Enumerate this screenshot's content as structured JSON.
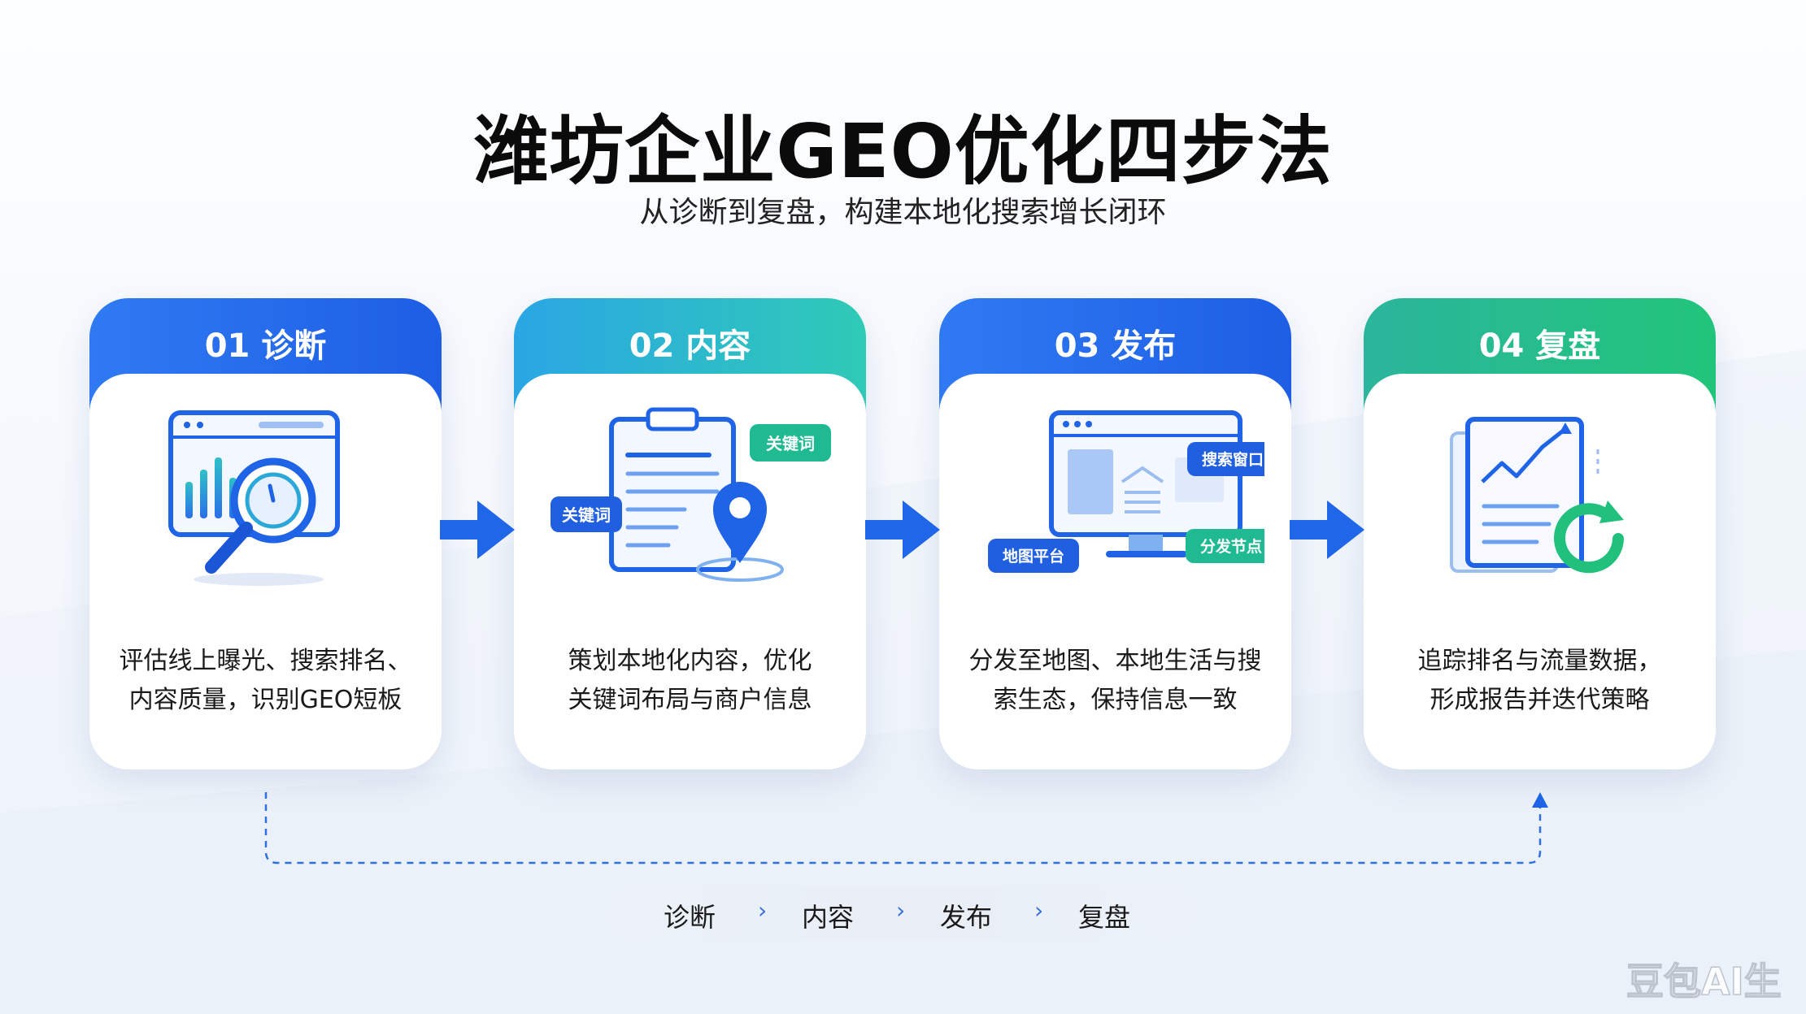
{
  "title": "潍坊企业GEO优化四步法",
  "subtitle": "从诊断到复盘，构建本地化搜索增长闭环",
  "steps": [
    {
      "title": "01 诊断",
      "desc_line1": "评估线上曝光、搜索排名、",
      "desc_line2": "内容质量，识别GEO短板",
      "icon": "analytics-magnifier-icon",
      "colors": [
        "#2b73f0",
        "#1f5ee6"
      ]
    },
    {
      "title": "02 内容",
      "desc_line1": "策划本地化内容，优化",
      "desc_line2": "关键词布局与商户信息",
      "icon": "document-location-icon",
      "tag_a": "关键词",
      "tag_b": "关键词",
      "colors": [
        "#29a9e3",
        "#2ec7b8"
      ]
    },
    {
      "title": "03 发布",
      "desc_line1": "分发至地图、本地生活与搜",
      "desc_line2": "索生态，保持信息一致",
      "icon": "monitor-distribution-icon",
      "tag_a": "搜索窗口",
      "tag_b": "地图平台",
      "tag_c": "分发节点",
      "colors": [
        "#2a74ef",
        "#1f60e6"
      ]
    },
    {
      "title": "04 复盘",
      "desc_line1": "追踪排名与流量数据，",
      "desc_line2": "形成报告并迭代策略",
      "icon": "report-refresh-icon",
      "colors": [
        "#2ab69b",
        "#22c47b"
      ]
    }
  ],
  "flow": [
    "诊断",
    "内容",
    "发布",
    "复盘"
  ],
  "flow_separator": "›",
  "watermark": "豆包AI生成",
  "accent_blue": "#1f6ae8",
  "accent_green": "#21b57f"
}
